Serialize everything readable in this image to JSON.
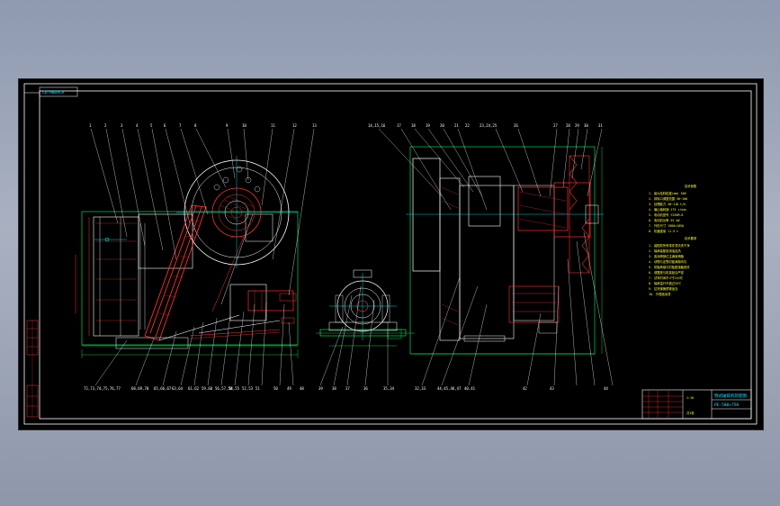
{
  "sheet": {
    "corner_tag": "CD-HBOXCA",
    "table_title": "技术参数",
    "notes_title": "技术要求"
  },
  "callouts": {
    "left_top": [
      "1",
      "2",
      "3",
      "4",
      "5",
      "6",
      "7",
      "8",
      "9",
      "10",
      "11",
      "12",
      "13"
    ],
    "left_bottom": [
      "72,73,74,75,76,77",
      "68,69,70",
      "65,66,67",
      "63,64",
      "61,62",
      "59,60",
      "56,57,58",
      "54,55",
      "52,53",
      "51",
      "50",
      "49",
      "48"
    ],
    "motor_bottom": [
      "39",
      "38",
      "37",
      "36",
      "35,34"
    ],
    "right_top": [
      "14,15,16",
      "17",
      "18",
      "19",
      "20",
      "21",
      "22",
      "23,24,25",
      "26",
      "27",
      "28",
      "29",
      "30",
      "31"
    ],
    "right_bottom": [
      "32,33",
      "44,45,46,47",
      "40,41",
      "42",
      "43",
      "44"
    ]
  },
  "spec_table": [
    "1. 最大给料粒度(mm)  500",
    "2. 排料口调整范围  50~100",
    "3. 处理能力  40~110 t/h",
    "4. 偏心轴转速  275 r/min",
    "5. 电动机型号  Y250M-8",
    "6. 电动机功率  55 kW",
    "7. 外形尺寸  1980×1850",
    "8. 机器重量  11.5 t"
  ],
  "notes": [
    "1. 装配前所有零件须清洗干净",
    "2. 轴承装配前用油加热",
    "3. 各润滑部位注满润滑脂",
    "4. 动颚与定颚衬板间隙均匀",
    "5. 肘板两端与肘板座接触良好",
    "6. 调整座与机架贴合严密",
    "7. 试车时间不少于2小时",
    "8. 轴承温升不超过35℃",
    "9. 拉杆弹簧预紧适当",
    "10. 外表面涂漆"
  ],
  "title_block": {
    "company": "颚式破碎机装配图",
    "drawing_no": "PE-500×750",
    "scale": "1:10",
    "sheet": "共1张"
  }
}
